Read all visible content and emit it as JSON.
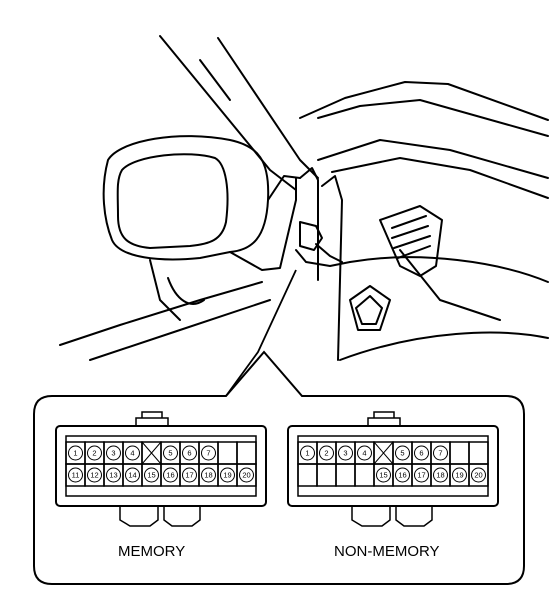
{
  "connectors": [
    {
      "label": "MEMORY",
      "rows": [
        [
          "1",
          "2",
          "3",
          "4",
          "",
          "5",
          "6",
          "7",
          "",
          ""
        ],
        [
          "11",
          "12",
          "13",
          "14",
          "15",
          "16",
          "17",
          "18",
          "19",
          "20"
        ]
      ]
    },
    {
      "label": "NON-MEMORY",
      "rows": [
        [
          "1",
          "2",
          "3",
          "4",
          "",
          "5",
          "6",
          "7",
          "",
          ""
        ],
        [
          "",
          "",
          "",
          "",
          "15",
          "16",
          "17",
          "18",
          "19",
          "20"
        ]
      ]
    }
  ]
}
